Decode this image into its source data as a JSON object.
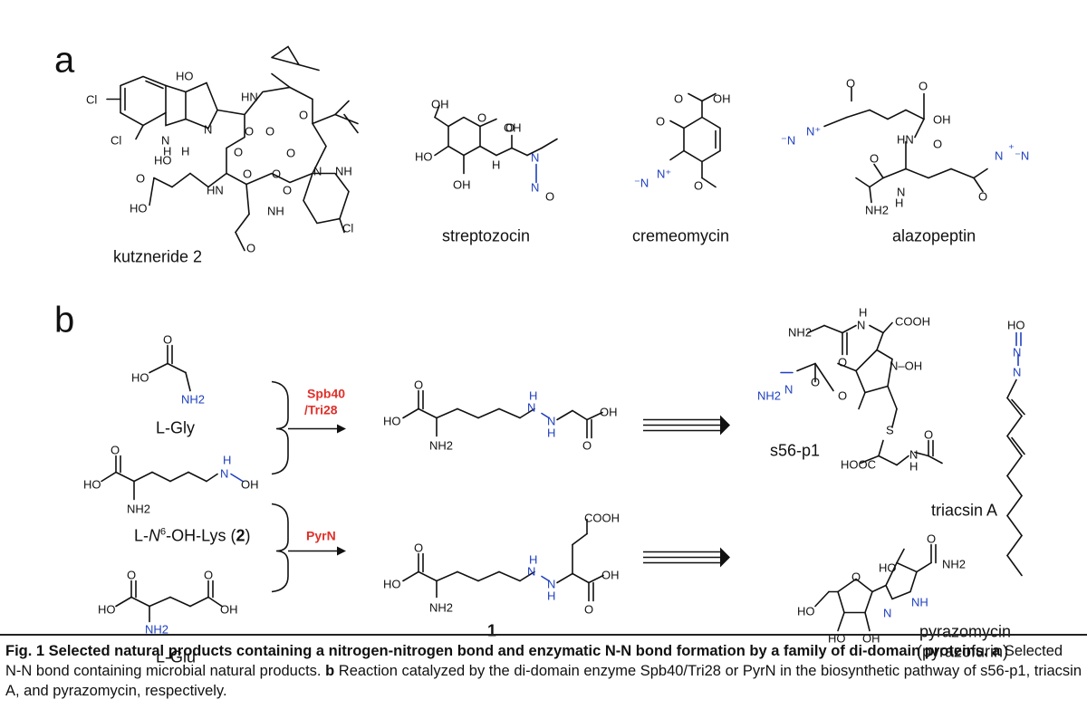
{
  "panels": {
    "a": "a",
    "b": "b"
  },
  "panel_a": {
    "names": {
      "kutzneride": "kutzneride 2",
      "streptozocin": "streptozocin",
      "cremeomycin": "cremeomycin",
      "alazopeptin": "alazopeptin"
    },
    "atoms": {
      "HO": "HO",
      "HN": "HN",
      "NH": "NH",
      "Cl": "Cl",
      "H": "H",
      "N": "N",
      "O": "O",
      "OH": "OH",
      "NH2": "NH2",
      "Nplus": "N⁺",
      "Nminus": "⁻N",
      "Nplus2": "⁺"
    }
  },
  "panel_b": {
    "substrates": {
      "gly": "L-Gly",
      "lys_pre": "L-",
      "lys_n": "N",
      "lys_sup": "6",
      "lys_post": "-OH-Lys (",
      "lys_num": "2",
      "lys_close": ")",
      "glu": "L-Glu"
    },
    "enzymes": {
      "top": [
        "Spb40",
        "/Tri28"
      ],
      "bottom": "PyrN"
    },
    "products": {
      "compound1": "1",
      "s56": "s56-p1",
      "triacsin": "triacsin A",
      "pyrazomycin": "pyrazomycin",
      "pyrazofurin": "(pyrazofurin)"
    },
    "groups": {
      "COOH": "COOH",
      "HOOC": "HOOC",
      "S": "S",
      "NOH": "N–OH"
    }
  },
  "caption": {
    "bold_lead": "Fig. 1 Selected natural products containing a nitrogen-nitrogen bond and enzymatic N-N bond formation by a family of di-domain proteins.",
    "a_label": "a",
    "a_text": " Selected N-N bond containing microbial natural products.",
    "b_label": "b",
    "b_text": " Reaction catalyzed by the di-domain enzyme Spb40/Tri28 or PyrN in the biosynthetic pathway of s56-p1, triacsin A, and pyrazomycin, respectively."
  }
}
